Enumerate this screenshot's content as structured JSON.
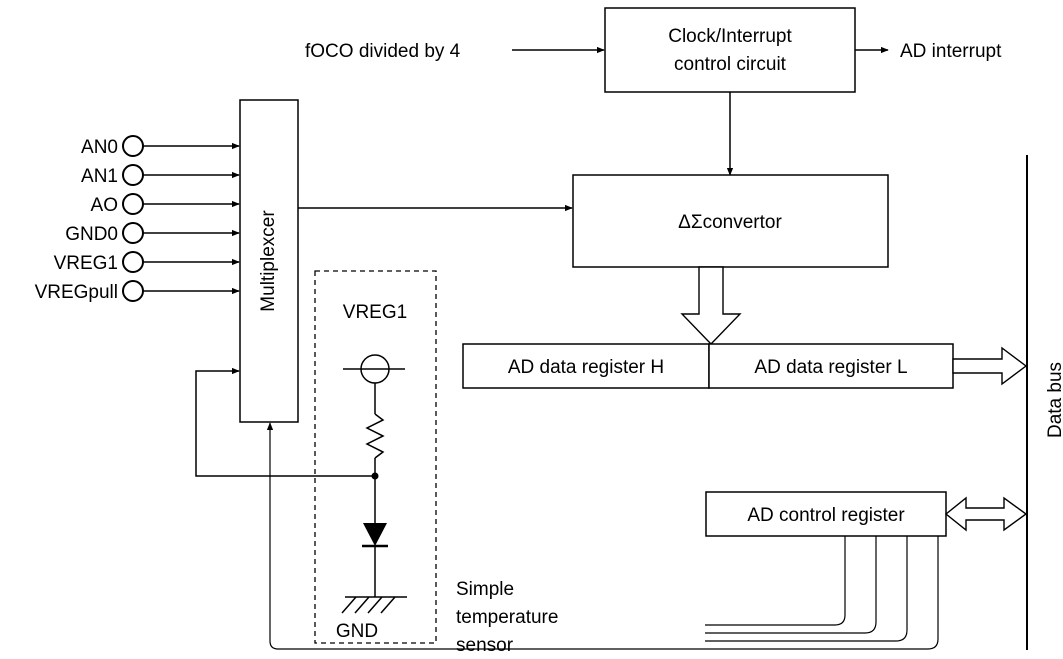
{
  "inputs": {
    "clock_source": "fOCO divided by 4",
    "pins": [
      "AN0",
      "AN1",
      "AO",
      "GND0",
      "VREG1",
      "VREGpull"
    ]
  },
  "blocks": {
    "clock_interrupt_line1": "Clock/Interrupt",
    "clock_interrupt_line2": "control circuit",
    "multiplexer": "Multiplexcer",
    "convertor": "ΔΣconvertor",
    "ad_data_register_h": "AD data register H",
    "ad_data_register_l": "AD data register L",
    "ad_control_register": "AD control register"
  },
  "outputs": {
    "ad_interrupt": "AD interrupt",
    "data_bus": "Data bus"
  },
  "sensor": {
    "supply": "VREG1",
    "ground": "GND",
    "caption_line1": "Simple",
    "caption_line2": "temperature",
    "caption_line3": "sensor"
  }
}
